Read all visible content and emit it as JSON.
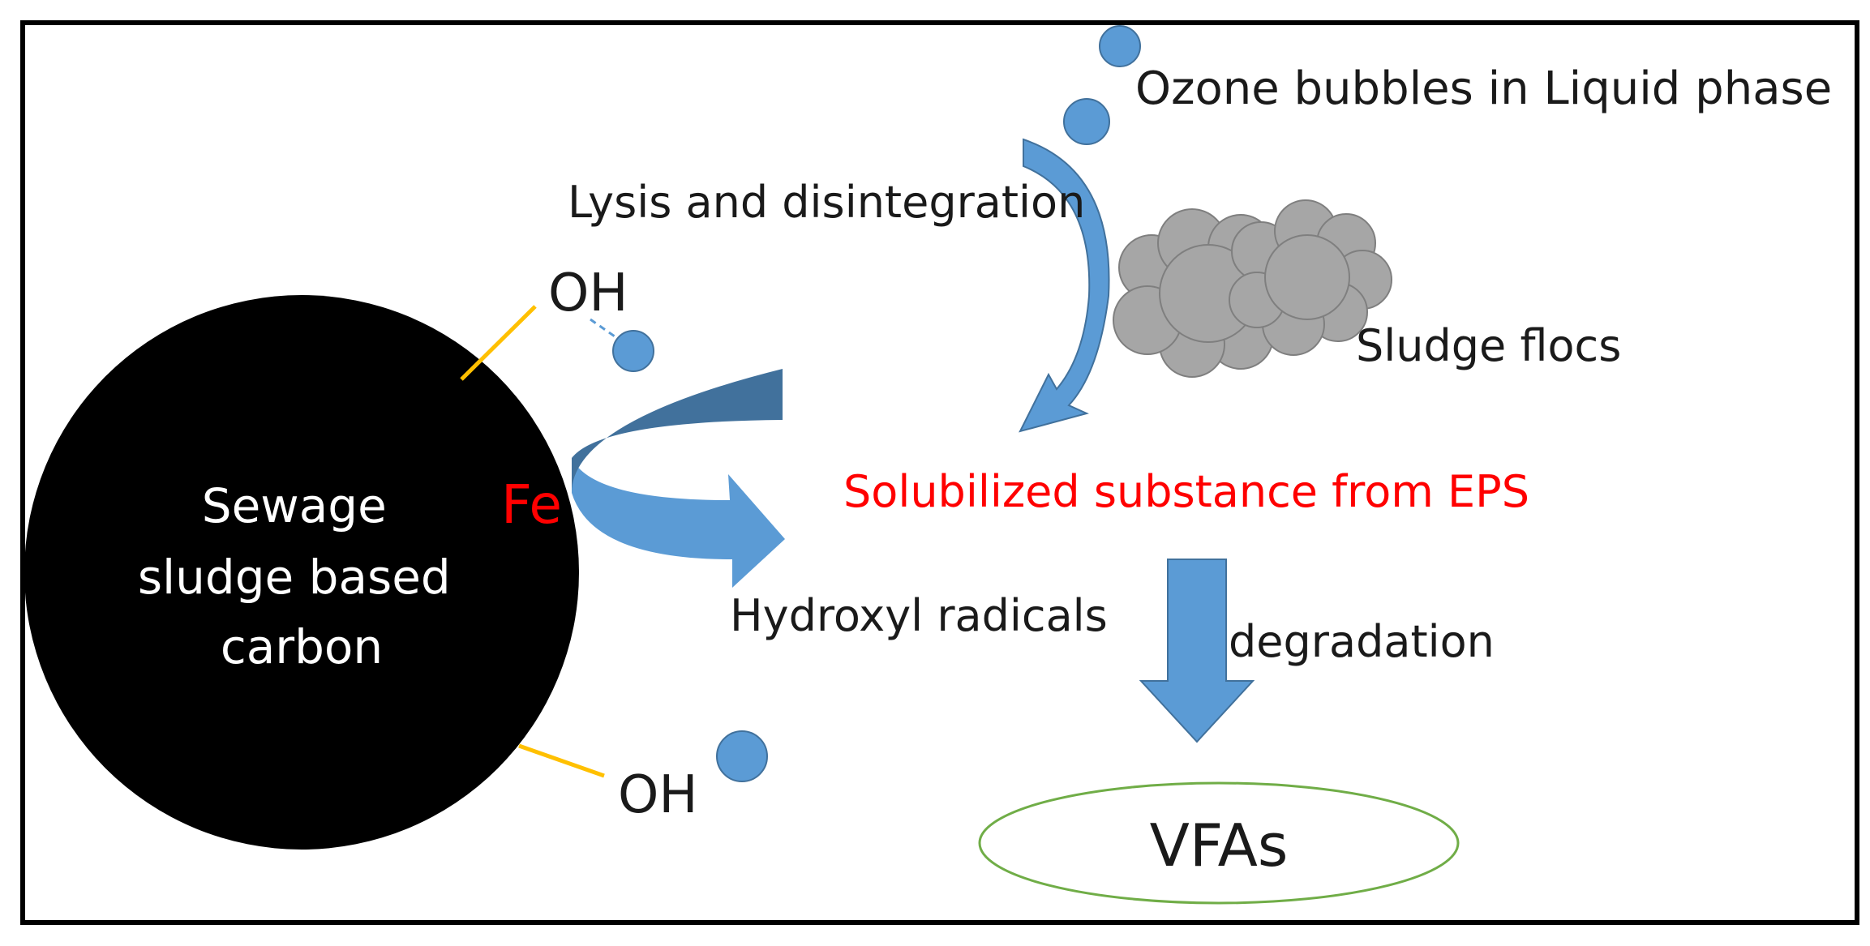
{
  "labels": {
    "ozone": "Ozone bubbles in Liquid phase",
    "lysis": "Lysis and disintegration",
    "sludge_flocs": "Sludge flocs",
    "oh_top": "OH",
    "oh_bottom": "OH",
    "carbon_line1": "Sewage",
    "carbon_line2": "sludge based",
    "carbon_line3": "carbon",
    "fe": "Fe",
    "solubilized": "Solubilized substance from EPS",
    "hydroxyl": "Hydroxyl radicals",
    "degradation": "degradation",
    "vfas": "VFAs"
  },
  "colors": {
    "bubble": "#5b9bd5",
    "arrow": "#5b9bd5",
    "arrow_dark": "#41719c",
    "carbon": "#000000",
    "bond": "#ffc000",
    "fe": "#ff0000",
    "solubilized": "#ff0000",
    "floc_fill": "#a6a6a6",
    "floc_stroke": "#7f7f7f",
    "ellipse": "#70ad47",
    "frame": "#000000"
  }
}
